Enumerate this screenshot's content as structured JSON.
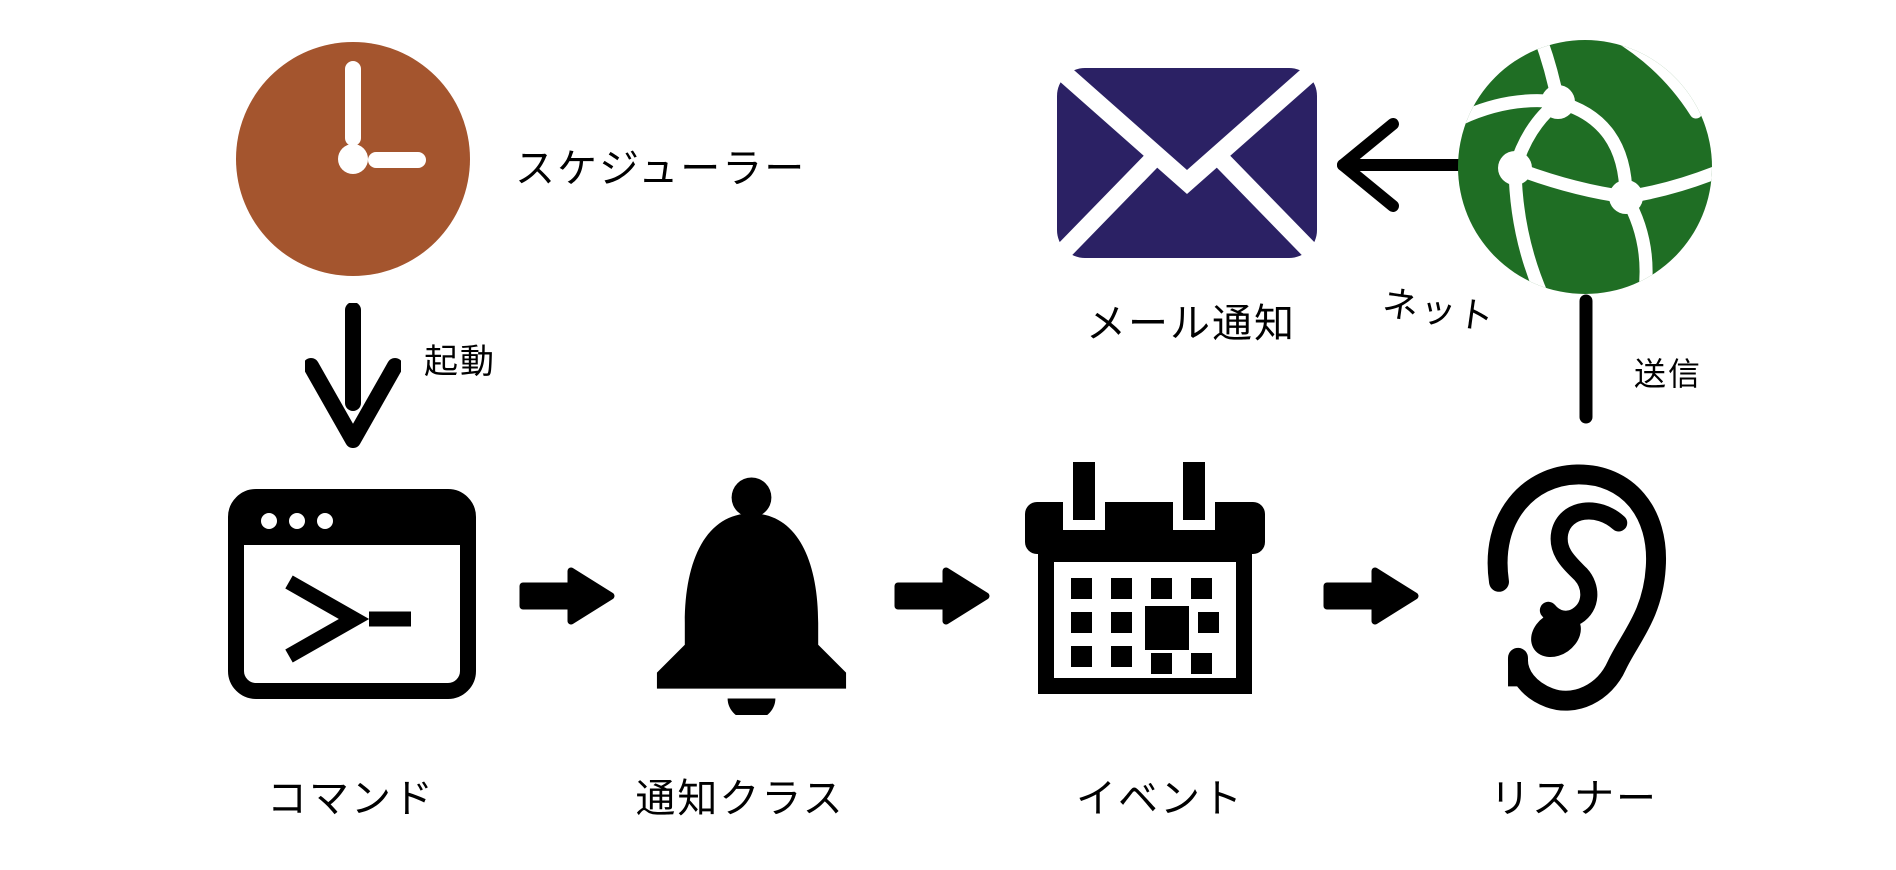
{
  "colors": {
    "background": "#ffffff",
    "ink": "#000000",
    "clock": "#a4552e",
    "envelope": "#2b2164",
    "globe": "#1f6e24"
  },
  "nodes": {
    "scheduler": "スケジューラー",
    "command": "コマンド",
    "notification_class": "通知クラス",
    "event": "イベント",
    "listener": "リスナー",
    "mail_notification": "メール通知",
    "net": "ネット"
  },
  "edges": {
    "launch": "起動",
    "send": "送信"
  },
  "icons": {
    "scheduler": "clock-icon",
    "command": "terminal-window-icon",
    "notification_class": "bell-icon",
    "event": "calendar-icon",
    "listener": "ear-icon",
    "mail_notification": "envelope-icon",
    "net": "globe-network-icon"
  }
}
